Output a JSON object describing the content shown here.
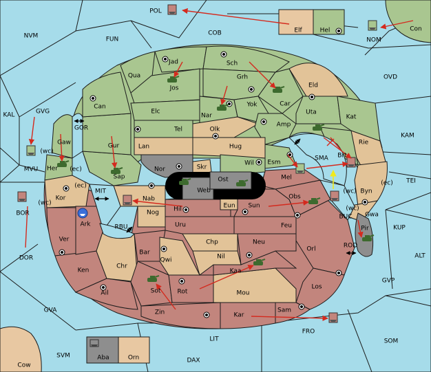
{
  "colors": {
    "sea": "#a6dcea",
    "green": "#a9c690",
    "tan": "#e2c398",
    "red": "#c2857d",
    "grey": "#8e8e8e",
    "beige": "#e8c8a2",
    "arrow": "#d42a1e",
    "support": "#f2ea1a"
  },
  "labels": {
    "POL": "POL",
    "NVM": "NVM",
    "FUN": "FUN",
    "COB": "COB",
    "NOM": "NOM",
    "Con": "Con",
    "Elf": "Elf",
    "Hel": "Hel",
    "OVD": "OVD",
    "KAL": "KAL",
    "GVG": "GVG",
    "MVU": "MVU",
    "GOR": "GOR",
    "KAM": "KAM",
    "TEI": "TEI",
    "BOR": "BOR",
    "DOR": "DOR",
    "MIT": "MIT",
    "RBU": "RBU",
    "BUC": "BUC",
    "KUP": "KUP",
    "ALT": "ALT",
    "ROD": "ROD",
    "GVP": "GVP",
    "GVA": "GVA",
    "FRO": "FRO",
    "SOM": "SOM",
    "LIT": "LIT",
    "SVM": "SVM",
    "DAX": "DAX",
    "Cow": "Cow",
    "Aba": "Aba",
    "Orn": "Orn",
    "SMA": "SMA",
    "Jad": "Jad",
    "Sch": "Sch",
    "Qua": "Qua",
    "Jos": "Jos",
    "Grh": "Grh",
    "Eld": "Eld",
    "Can": "Can",
    "Elc": "Elc",
    "Nar": "Nar",
    "Yok": "Yok",
    "Car": "Car",
    "Uta": "Uta",
    "Kat": "Kat",
    "Tel": "Tel",
    "Olk": "Olk",
    "Amp": "Amp",
    "Gaw": "Gaw",
    "Gur": "Gur",
    "Lan": "Lan",
    "Hug": "Hug",
    "Brt": "Brt",
    "Rie": "Rie",
    "Her": "Her",
    "Nor": "Nor",
    "Skr": "Skr",
    "Wil": "Wil",
    "Esm": "Esm",
    "Sap": "Sap",
    "Ost": "Ost",
    "Web": "Web",
    "Mel": "Mel",
    "Byn": "Byn",
    "Kor": "Kor",
    "Nab": "Nab",
    "Eun": "Eun",
    "Sun": "Sun",
    "Obs": "Obs",
    "Gwa": "Gwa",
    "Ark": "Ark",
    "Hil": "Hil",
    "Nog": "Nog",
    "Pir": "Pir",
    "Uru": "Uru",
    "Feu": "Feu",
    "Ver": "Ver",
    "Chp": "Chp",
    "Neu": "Neu",
    "Orl": "Orl",
    "Bar": "Bar",
    "Qwi": "Qwi",
    "Nil": "Nil",
    "Ken": "Ken",
    "Chr": "Chr",
    "Kaa": "Kaa",
    "Ail": "Ail",
    "Sot": "Sot",
    "Rot": "Rot",
    "Mou": "Mou",
    "Los": "Los",
    "Zin": "Zin",
    "Kar": "Kar",
    "Sam": "Sam",
    "wc": "(wc)",
    "ec": "(ec)"
  }
}
